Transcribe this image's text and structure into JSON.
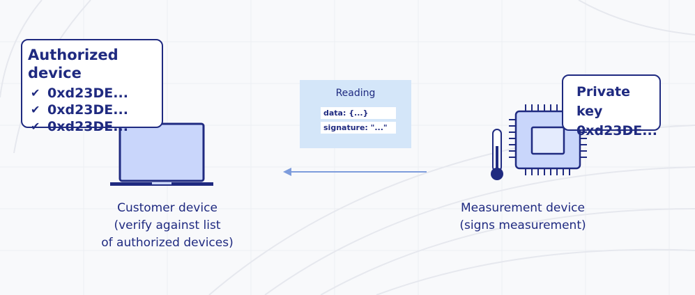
{
  "authorized_device": {
    "title": "Authorized device",
    "entries": [
      "0xd23DE...",
      "0xd23DE...",
      "0xd23DE..."
    ]
  },
  "reading": {
    "title": "Reading",
    "data_label": "data: {...}",
    "signature_label": "signature: \"...\""
  },
  "private_key": {
    "title": "Private key",
    "value": "0xd23DE..."
  },
  "customer_device": {
    "caption_line1": "Customer device",
    "caption_line2": "(verify against list",
    "caption_line3": "of authorized devices)"
  },
  "measurement_device": {
    "caption_line1": "Measurement device",
    "caption_line2": "(signs measurement)"
  },
  "colors": {
    "ink": "#1f2a80",
    "device_fill": "#c9d6fb",
    "reading_bg": "#d4e6f9"
  }
}
